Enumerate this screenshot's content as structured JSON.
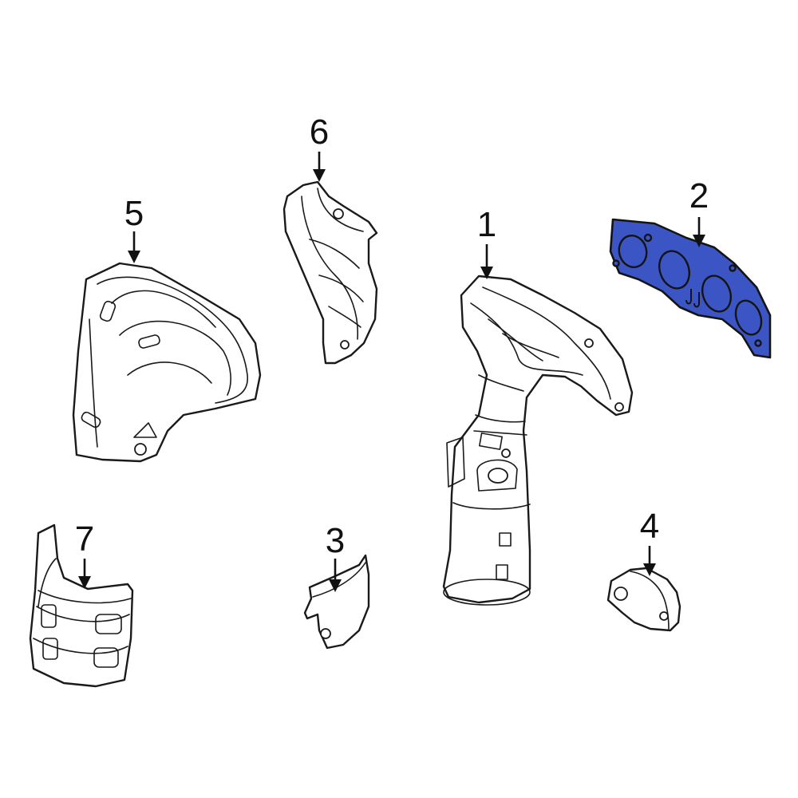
{
  "diagram": {
    "highlight_color": "#3b55c4",
    "line_color": "#1a1a1a",
    "callouts": [
      {
        "id": "1",
        "label": "1"
      },
      {
        "id": "2",
        "label": "2"
      },
      {
        "id": "3",
        "label": "3"
      },
      {
        "id": "4",
        "label": "4"
      },
      {
        "id": "5",
        "label": "5"
      },
      {
        "id": "6",
        "label": "6"
      },
      {
        "id": "7",
        "label": "7"
      }
    ],
    "highlighted_part": "2"
  }
}
